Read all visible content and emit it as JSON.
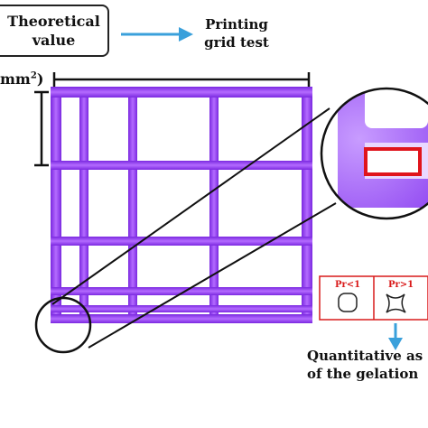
{
  "theoretical_box": {
    "line1": "Theoretical",
    "line2": "value"
  },
  "printing_label": {
    "line1": "Printing",
    "line2": "grid test"
  },
  "area_label": {
    "text": "mm",
    "exponent": "2",
    "close": ")"
  },
  "pr_boxes": {
    "left": "Pr<1",
    "right": "Pr>1"
  },
  "quant_label": {
    "line1": "Quantitative as",
    "line2": "of the gelation"
  },
  "colors": {
    "grid_purple": "#9b3df5",
    "grid_dark": "#6b1fd0",
    "arrow_blue": "#3aa0db",
    "pr_red": "#d91a1a",
    "highlight_red": "#e0141c"
  }
}
